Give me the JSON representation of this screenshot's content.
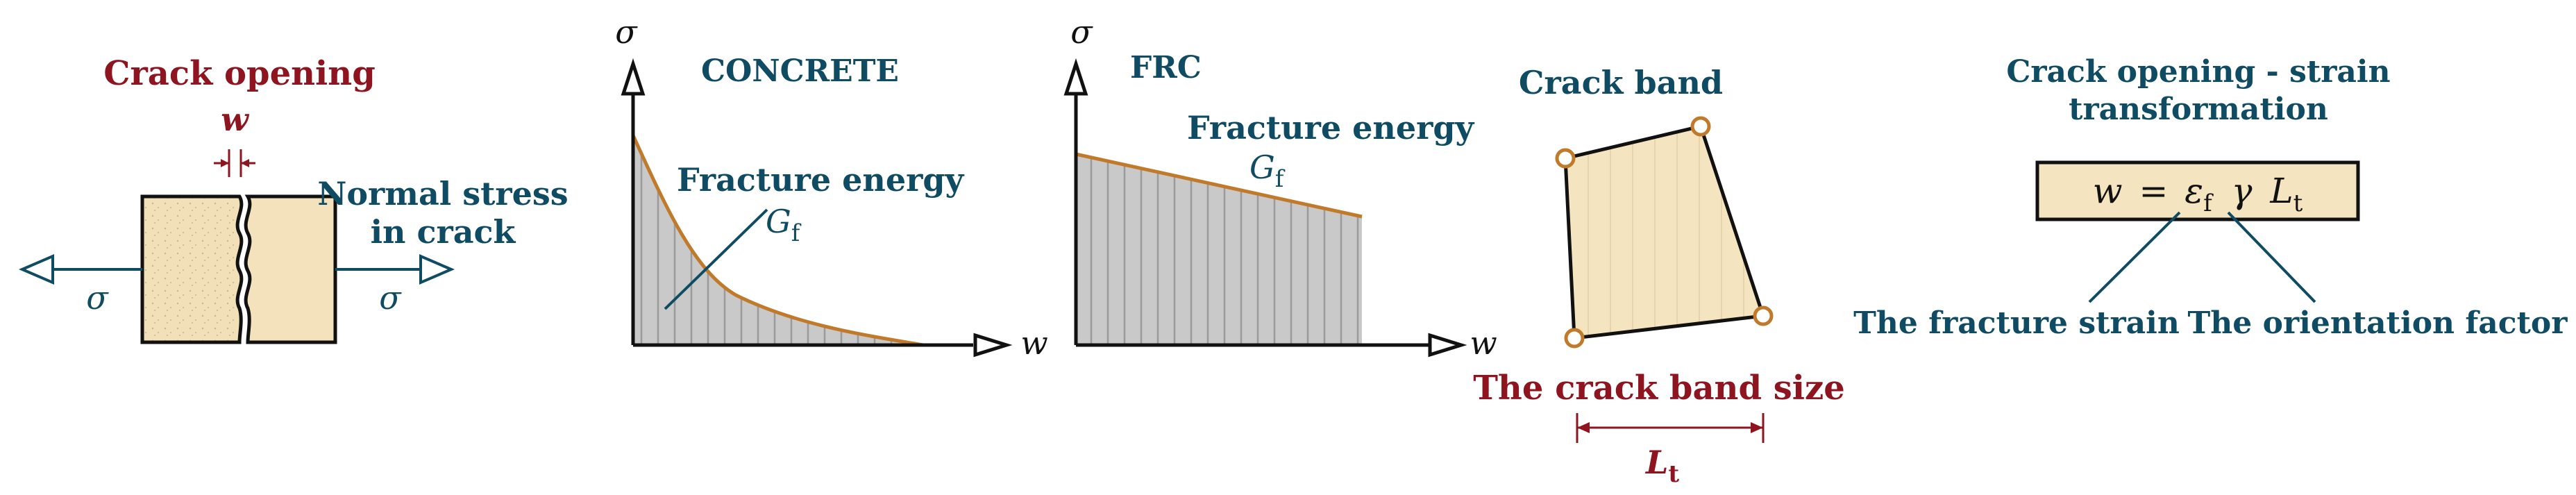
{
  "panel1": {
    "title": "Crack opening",
    "w_symbol": "w",
    "normal_stress_line1": "Normal stress",
    "normal_stress_line2": "in crack",
    "sigma_left": "σ",
    "sigma_right": "σ"
  },
  "panel2": {
    "axis_y": "σ",
    "axis_x": "w",
    "title": "CONCRETE",
    "annotation": "Fracture energy",
    "g_symbol": "G",
    "g_subscript": "f"
  },
  "panel3": {
    "axis_y": "σ",
    "axis_x": "w",
    "title": "FRC",
    "annotation": "Fracture energy",
    "g_symbol": "G",
    "g_subscript": "f"
  },
  "panel4": {
    "title": "Crack band",
    "size_label": "The crack band size",
    "l_symbol": "L",
    "l_subscript": "t"
  },
  "panel5": {
    "title_line1": "Crack opening - strain",
    "title_line2": "transformation",
    "formula": {
      "w": "w",
      "eq": "=",
      "eps": "ε",
      "eps_sub": "f",
      "gamma": "γ",
      "L": "L",
      "L_sub": "t"
    },
    "fracture_strain": "The fracture strain",
    "orientation_factor": "The orientation factor"
  },
  "colors": {
    "text_blue": "#0f4c63",
    "text_red": "#8e1420",
    "curve_brown": "#c07a2a",
    "fill_beige": "#f4e4c0",
    "fill_gray": "#c8c8c8"
  }
}
